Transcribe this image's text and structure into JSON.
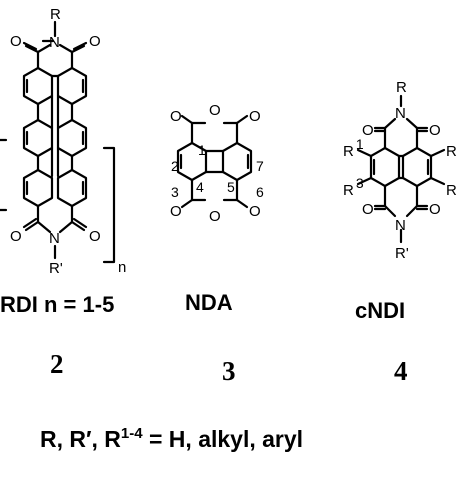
{
  "structures": {
    "pdi": {
      "r_top": "R",
      "r_bottom": "R'",
      "repeat_subscript": "n",
      "label_prefix": "RDI n = ",
      "label_range": "1-5",
      "compound_number": "2"
    },
    "nda": {
      "label": "NDA",
      "compound_number": "3",
      "positions": [
        "1",
        "2",
        "3",
        "4",
        "5",
        "6",
        "7"
      ]
    },
    "cndi": {
      "label": "cNDI",
      "compound_number": "4",
      "r_top": "R",
      "r_bottom": "R'",
      "r1": "R",
      "r1_sup": "1",
      "r3": "R",
      "r3_sup": "3",
      "r_right_top": "R",
      "r_right_bottom": "R"
    }
  },
  "atoms": {
    "oxygen": "O",
    "nitrogen": "N"
  },
  "footer": {
    "prefix": "R, R′, R",
    "sup": "1-4",
    "suffix": " = H, alkyl, aryl"
  }
}
